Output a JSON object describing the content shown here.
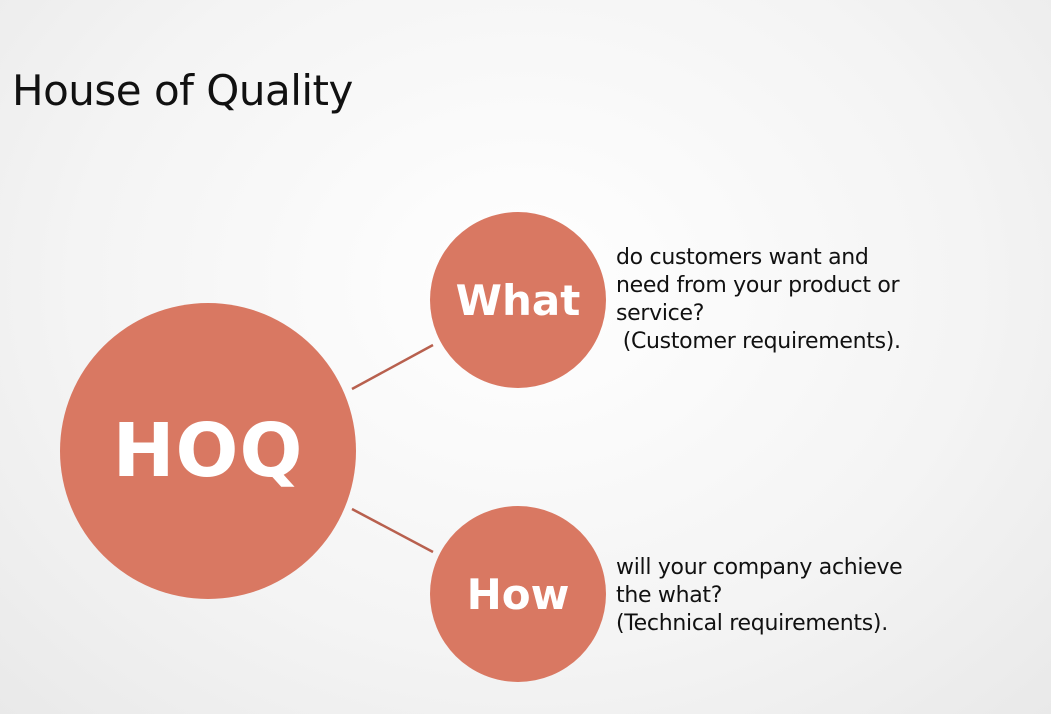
{
  "title": "House of Quality",
  "colors": {
    "accent": "#d97862"
  },
  "center": {
    "label": "HOQ"
  },
  "branches": [
    {
      "label": "What",
      "description": "do customers want and\nneed from your product or\nservice?\n (Customer requirements)."
    },
    {
      "label": "How",
      "description": "will your company achieve\nthe what?\n(Technical requirements)."
    }
  ]
}
